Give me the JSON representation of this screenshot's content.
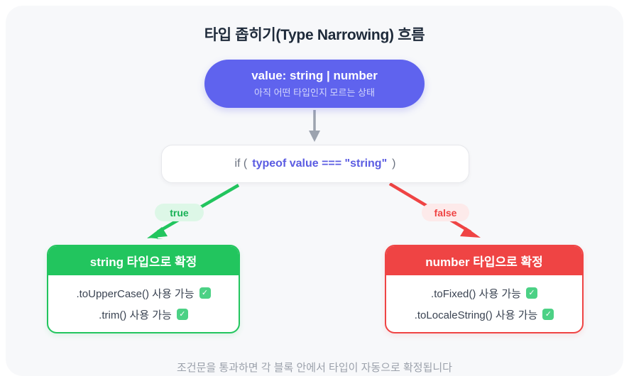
{
  "title": "타입 좁히기(Type Narrowing) 흐름",
  "start_node": {
    "label": "value: string | number",
    "sublabel": "아직 어떤 타입인지 모르는 상태"
  },
  "condition_node": {
    "prefix": "if (",
    "code": "typeof value === \"string\"",
    "suffix": ")"
  },
  "branches": {
    "true_label": "true",
    "false_label": "false"
  },
  "string_node": {
    "header": "string 타입으로 확정",
    "items": [
      ".toUpperCase() 사용 가능",
      ".trim() 사용 가능"
    ]
  },
  "number_node": {
    "header": "number 타입으로 확정",
    "items": [
      ".toFixed() 사용 가능",
      ".toLocaleString() 사용 가능"
    ]
  },
  "caption": "조건문을 통과하면 각 블록 안에서 타입이 자동으로 확정됩니다",
  "icons": {
    "check": "✓"
  },
  "colors": {
    "accent_purple": "#5f63ee",
    "accent_green": "#22c55e",
    "accent_red": "#ef4444",
    "code_purple": "#5b5ce2",
    "true_pill_bg": "#ddf7e7",
    "false_pill_bg": "#fdeaea",
    "canvas_bg": "#f7f8fa",
    "check_bg": "#4cd185",
    "arrow_gray": "#9ca3af"
  }
}
